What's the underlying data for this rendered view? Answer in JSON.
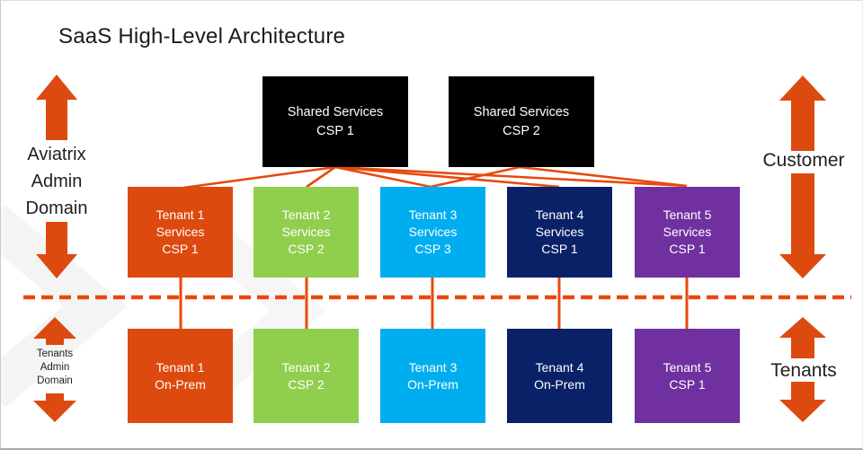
{
  "title": "SaaS High-Level Architecture",
  "colors": {
    "orange": "#dd4a10",
    "green": "#90ce4e",
    "blue": "#00aeef",
    "navy": "#0a2167",
    "purple": "#7030a0",
    "black": "#000000",
    "connector_orange": "#e8490d",
    "watermark_gray": "#f2f2f2",
    "text_black": "#1f1f1f"
  },
  "shared_services": [
    {
      "lines": [
        "Shared Services",
        "CSP 1"
      ],
      "color": "#000000"
    },
    {
      "lines": [
        "Shared Services",
        "CSP 2"
      ],
      "color": "#000000"
    }
  ],
  "services_row": [
    {
      "lines": [
        "Tenant 1",
        "Services",
        "CSP 1"
      ],
      "color": "#dd4a10"
    },
    {
      "lines": [
        "Tenant 2",
        "Services",
        "CSP 2"
      ],
      "color": "#90ce4e"
    },
    {
      "lines": [
        "Tenant 3",
        "Services",
        "CSP 3"
      ],
      "color": "#00aeef"
    },
    {
      "lines": [
        "Tenant 4",
        "Services",
        "CSP 1"
      ],
      "color": "#0a2167"
    },
    {
      "lines": [
        "Tenant 5",
        "Services",
        "CSP 1"
      ],
      "color": "#7030a0"
    }
  ],
  "onprem_row": [
    {
      "lines": [
        "Tenant 1",
        "On-Prem"
      ],
      "color": "#dd4a10"
    },
    {
      "lines": [
        "Tenant 2",
        "CSP 2"
      ],
      "color": "#90ce4e"
    },
    {
      "lines": [
        "Tenant 3",
        "On-Prem"
      ],
      "color": "#00aeef"
    },
    {
      "lines": [
        "Tenant 4",
        "On-Prem"
      ],
      "color": "#0a2167"
    },
    {
      "lines": [
        "Tenant 5",
        "CSP 1"
      ],
      "color": "#7030a0"
    }
  ],
  "labels": {
    "left_top": {
      "lines": [
        "Aviatrix",
        "Admin",
        "Domain"
      ]
    },
    "left_bottom": {
      "lines": [
        "Tenants",
        "Admin",
        "Domain"
      ]
    },
    "right_top": "Customer",
    "right_bottom": "Tenants"
  }
}
